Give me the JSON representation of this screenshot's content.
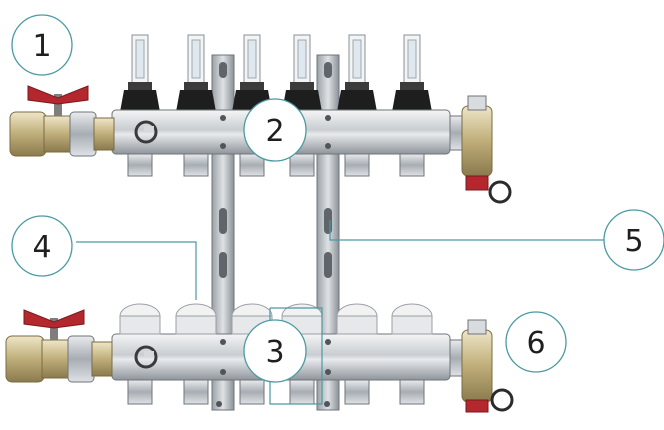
{
  "colors": {
    "leader": "#4a9aa2",
    "circle_stroke": "#4a9aa2",
    "metal_light": "#e4e7ea",
    "metal_dark": "#8c9197",
    "brass": "#c9b98a",
    "black_cap": "#1e1e1e",
    "red_handle": "#b3272d",
    "white_knob": "#f2f2f2"
  },
  "callouts": [
    {
      "label": "1"
    },
    {
      "label": "2"
    },
    {
      "label": "3"
    },
    {
      "label": "4"
    },
    {
      "label": "5"
    },
    {
      "label": "6"
    }
  ]
}
